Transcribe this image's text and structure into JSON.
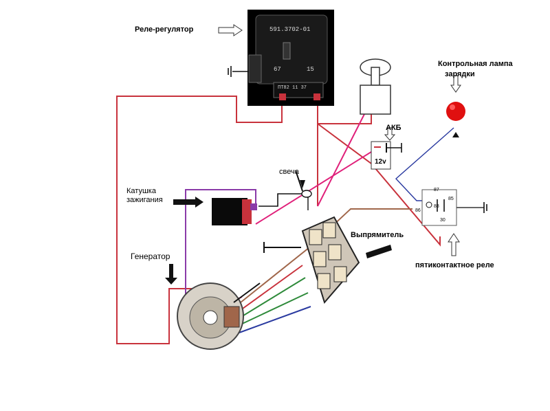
{
  "labels": {
    "regulator": "Реле-регулятор",
    "lamp_line1": "Контрольная лампа",
    "lamp_line2": "зарядки",
    "battery": "АКБ",
    "battery_voltage": "12v",
    "spark_plug": "свеча",
    "coil_line1": "Катушка",
    "coil_line2": "зажигания",
    "rectifier": "Выпрямитель",
    "generator": "Генератор",
    "relay": "пятиконтактное реле"
  },
  "regulator_markings": {
    "model": "591.3702-01",
    "terminal_left": "67",
    "terminal_right": "15",
    "bottom_code": "ПТ82 11 37"
  },
  "relay_pins": [
    "87",
    "85",
    "88",
    "86",
    "30"
  ],
  "ground_symbol": "⏚",
  "colors": {
    "wire_red": "#c8323c",
    "wire_magenta": "#e0207a",
    "wire_purple": "#8a3aa8",
    "wire_blue": "#2a3aa0",
    "wire_brown": "#a0664a",
    "wire_green": "#2e8a3a",
    "lamp_red": "#e01010",
    "regulator_body": "#1a1a1a"
  }
}
